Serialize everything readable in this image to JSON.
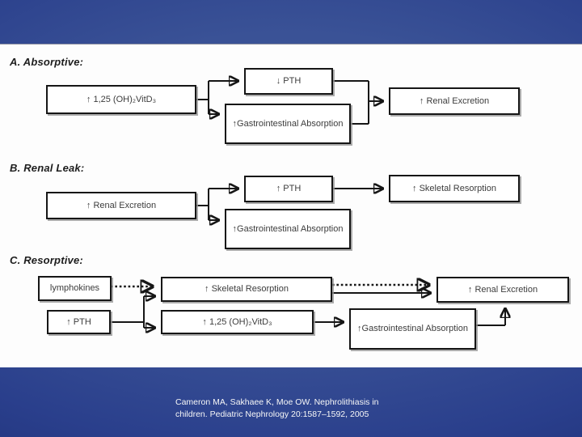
{
  "slide": {
    "background_center_color": "#46619f",
    "background_edge_color": "#1b2c72",
    "panel_color": "#fdfdfd",
    "line_color": "#161616"
  },
  "diagram": {
    "sections": {
      "a": {
        "label": "A. Absorptive:",
        "boxes": {
          "vitd": "↑ 1,25 (OH)₂VitD₃",
          "pth": "↓ PTH",
          "gi": "↑Gastrointestinal Absorption",
          "renal": "↑ Renal Excretion"
        }
      },
      "b": {
        "label": "B. Renal Leak:",
        "boxes": {
          "renal": "↑ Renal Excretion",
          "pth": "↑ PTH",
          "gi": "↑Gastrointestinal Absorption",
          "skeletal": "↑ Skeletal Resorption"
        }
      },
      "c": {
        "label": "C. Resorptive:",
        "boxes": {
          "lymphokines": "lymphokines",
          "pth": "↑ PTH",
          "skeletal": "↑ Skeletal Resorption",
          "vitd": "↑ 1,25 (OH)₂VitD₃",
          "gi": "↑Gastrointestinal Absorption",
          "renal": "↑ Renal Excretion"
        }
      }
    }
  },
  "citation": {
    "line1": "Cameron MA, Sakhaee K, Moe OW. Nephrolithiasis in",
    "line2": "children.  Pediatric Nephrology 20:1587–1592, 2005"
  }
}
